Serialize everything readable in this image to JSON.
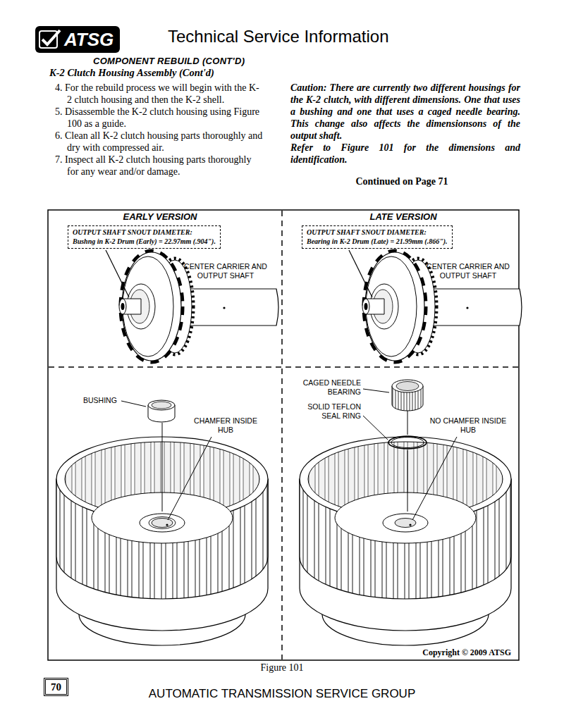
{
  "diagram": {
    "title": "Technical Service Information",
    "caption": "Figure 101",
    "nodes": [
      {
        "text": [
          "ATSG"
        ]
      },
      {
        "text": [
          "OUTPUT SHAFT SNOUT DIAMETER:",
          "Bushng in K-2 Drum (Early) = 22.97mm (.904\")."
        ]
      },
      {
        "text": [
          "OUTPUT SHAFT SNOUT DIAMETER:",
          "Bearing in K-2 Drum (Late) = 21.99mm (.866\")."
        ]
      },
      {
        "text": [
          "70"
        ]
      }
    ],
    "labels": [
      "COMPONENT REBUILD (CONT'D)",
      "K-2 Clutch Housing Assembly (Cont'd)",
      "4. For the rebuild process we will begin with the K-2 clutch housing and then the K-2 shell.",
      "5. Disassemble the K-2 clutch housing using Figure 100 as a guide.",
      "6. Clean all K-2 clutch housing parts thoroughly and dry with compressed air.",
      "7. Inspect all K-2 clutch housing parts thoroughly for any wear and/or damage.",
      "Caution: There are currently two different housings for the K-2 clutch, with different dimensions. One that uses a bushing and one that uses a caged needle bearing. This change also affects the dimensionsons of the output shaft.",
      "Refer to Figure 101 for the dimensions and identification.",
      "Continued on Page 71",
      "EARLY VERSION",
      "LATE VERSION",
      "CENTER CARRIER AND OUTPUT SHAFT",
      "CENTER CARRIER AND OUTPUT SHAFT",
      "BUSHING",
      "CHAMFER INSIDE HUB",
      "CAGED NEEDLE BEARING",
      "SOLID TEFLON SEAL RING",
      "NO CHAMFER INSIDE HUB",
      "Copyright © 2009 ATSG",
      "AUTOMATIC TRANSMISSION SERVICE GROUP"
    ]
  }
}
